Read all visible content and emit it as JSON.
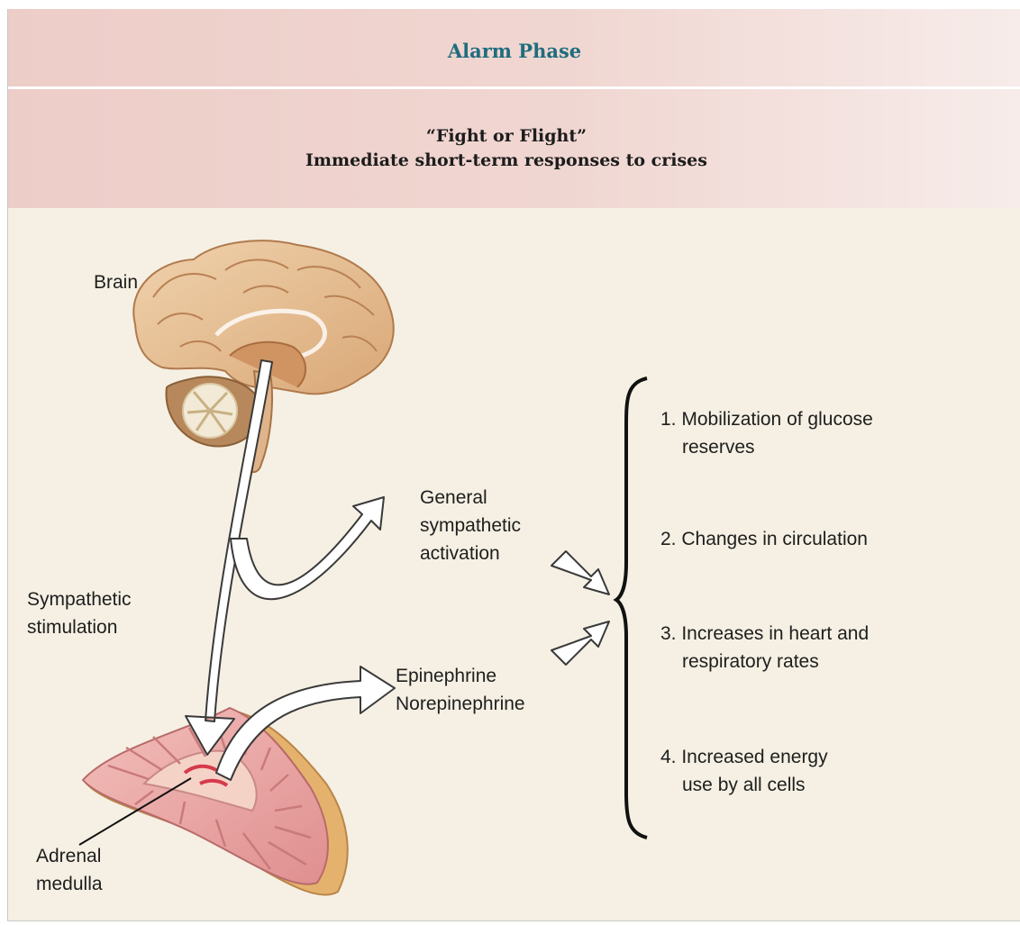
{
  "header": {
    "title": "Alarm Phase",
    "subtitle_line1": "“Fight or Flight”",
    "subtitle_line2": "Immediate short-term responses to crises"
  },
  "labels": {
    "brain": "Brain",
    "sympathetic_stimulation": [
      "Sympathetic",
      "stimulation"
    ],
    "general_sympathetic": [
      "General",
      "sympathetic",
      "activation"
    ],
    "hormones": [
      "Epinephrine",
      "Norepinephrine"
    ],
    "adrenal": [
      "Adrenal",
      "medulla"
    ]
  },
  "responses": [
    [
      "1. Mobilization of glucose",
      "reserves"
    ],
    [
      "2. Changes in circulation"
    ],
    [
      "3. Increases in heart and",
      "respiratory rates"
    ],
    [
      "4. Increased energy",
      "use by all cells"
    ]
  ],
  "colors": {
    "title": "#1f6d7e",
    "band": "#f0d6d1",
    "panel": "#f5f0e3",
    "brain": "#e8c49c",
    "adrenal": "#e9a9a6"
  }
}
